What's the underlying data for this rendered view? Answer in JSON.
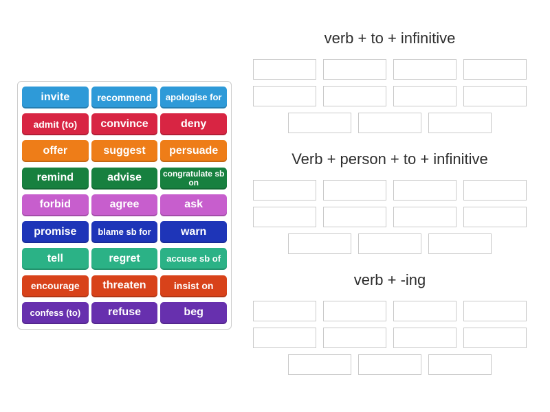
{
  "word_bank": {
    "tiles": [
      {
        "label": "invite",
        "color": "#2e9ad8"
      },
      {
        "label": "recommend",
        "color": "#2e9ad8"
      },
      {
        "label": "apologise for",
        "color": "#2e9ad8"
      },
      {
        "label": "admit (to)",
        "color": "#d82543"
      },
      {
        "label": "convince",
        "color": "#d82543"
      },
      {
        "label": "deny",
        "color": "#d82543"
      },
      {
        "label": "offer",
        "color": "#ee7d18"
      },
      {
        "label": "suggest",
        "color": "#ee7d18"
      },
      {
        "label": "persuade",
        "color": "#ee7d18"
      },
      {
        "label": "remind",
        "color": "#17803f"
      },
      {
        "label": "advise",
        "color": "#17803f"
      },
      {
        "label": "congratulate sb on",
        "color": "#17803f"
      },
      {
        "label": "forbid",
        "color": "#c75ecd"
      },
      {
        "label": "agree",
        "color": "#c75ecd"
      },
      {
        "label": "ask",
        "color": "#c75ecd"
      },
      {
        "label": "promise",
        "color": "#1e35b8"
      },
      {
        "label": "blame sb for",
        "color": "#1e35b8"
      },
      {
        "label": "warn",
        "color": "#1e35b8"
      },
      {
        "label": "tell",
        "color": "#2bb286"
      },
      {
        "label": "regret",
        "color": "#2bb286"
      },
      {
        "label": "accuse sb of",
        "color": "#2bb286"
      },
      {
        "label": "encourage",
        "color": "#d8421a"
      },
      {
        "label": "threaten",
        "color": "#d8421a"
      },
      {
        "label": "insist on",
        "color": "#d8421a"
      },
      {
        "label": "confess (to)",
        "color": "#6730ae"
      },
      {
        "label": "refuse",
        "color": "#6730ae"
      },
      {
        "label": "beg",
        "color": "#6730ae"
      }
    ]
  },
  "groups": [
    {
      "title": "verb + to + infinitive",
      "slot_rows": [
        4,
        4,
        3
      ]
    },
    {
      "title": "Verb + person + to + infinitive",
      "slot_rows": [
        4,
        4,
        3
      ]
    },
    {
      "title": "verb + -ing",
      "slot_rows": [
        4,
        4,
        3
      ]
    }
  ],
  "colors": {
    "slot_border": "#c9c9c9",
    "panel_border": "#cccccc",
    "heading_text": "#2d2d2d"
  }
}
